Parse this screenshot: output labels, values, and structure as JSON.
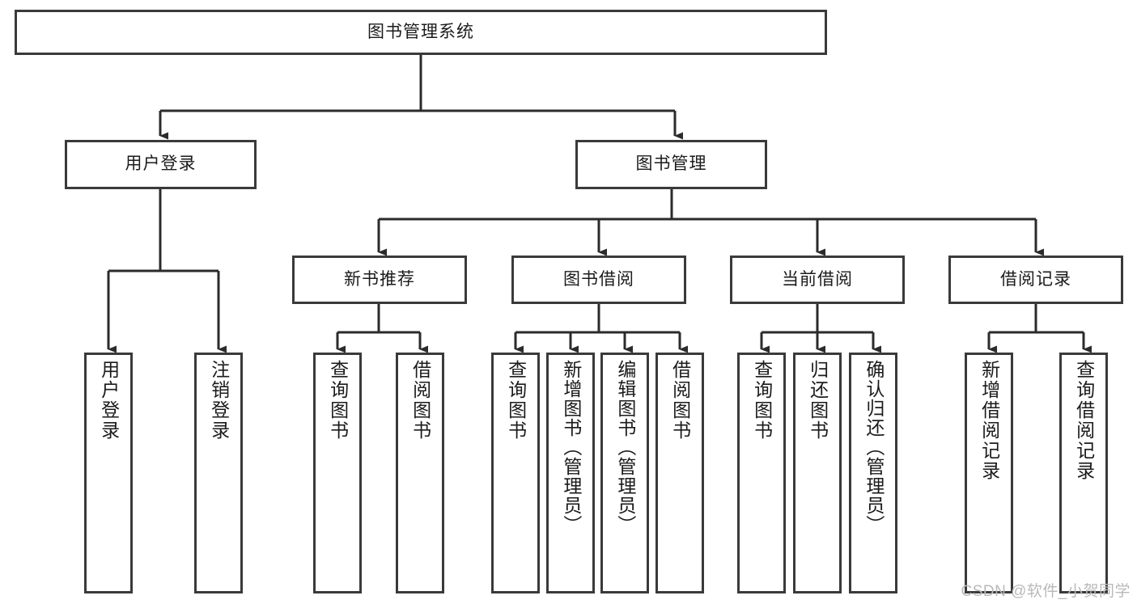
{
  "diagram": {
    "title_node": {
      "label": "图书管理系统"
    },
    "level1": [
      {
        "label": "用户登录"
      },
      {
        "label": "图书管理"
      }
    ],
    "level2": [
      {
        "label": "新书推荐"
      },
      {
        "label": "图书借阅"
      },
      {
        "label": "当前借阅"
      },
      {
        "label": "借阅记录"
      }
    ],
    "leaves": {
      "user_login": [
        {
          "label": "用户登录"
        },
        {
          "label": "注销登录"
        }
      ],
      "new_book_recommend": [
        {
          "label": "查询图书"
        },
        {
          "label": "借阅图书"
        }
      ],
      "book_borrow": [
        {
          "label": "查询图书"
        },
        {
          "label": "新增图书（管理员）"
        },
        {
          "label": "编辑图书（管理员）"
        },
        {
          "label": "借阅图书"
        }
      ],
      "current_borrow": [
        {
          "label": "查询图书"
        },
        {
          "label": "归还图书"
        },
        {
          "label": "确认归还（管理员）"
        }
      ],
      "borrow_record": [
        {
          "label": "新增借阅记录"
        },
        {
          "label": "查询借阅记录"
        }
      ]
    }
  },
  "watermark": {
    "text": "CSDN @软件_小贺同学"
  },
  "colors": {
    "border": "#3a3a3a",
    "node_fill": "#ffffff",
    "text": "#1b1b1b",
    "watermark": "#b9b9b9"
  }
}
